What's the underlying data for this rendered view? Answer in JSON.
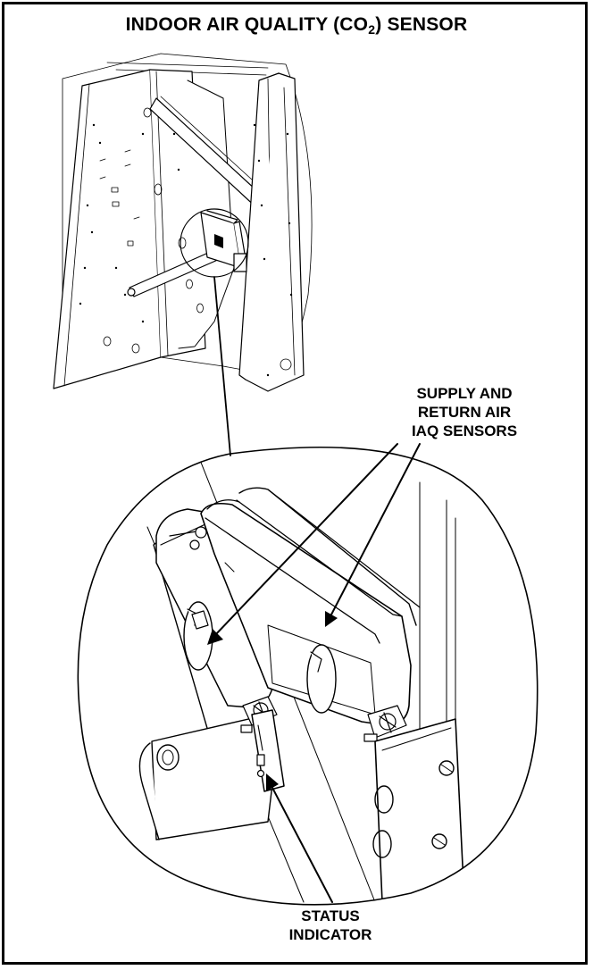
{
  "figure": {
    "title_main": "INDOOR AIR QUALITY (CO",
    "title_sub": "2",
    "title_end": ") SENSOR"
  },
  "callouts": {
    "supply_line1": "SUPPLY AND",
    "supply_line2": "RETURN AIR",
    "supply_line3": "IAQ SENSORS",
    "status_line1": "STATUS",
    "status_line2": "INDICATOR"
  },
  "colors": {
    "line": "#000000",
    "background": "#ffffff"
  }
}
